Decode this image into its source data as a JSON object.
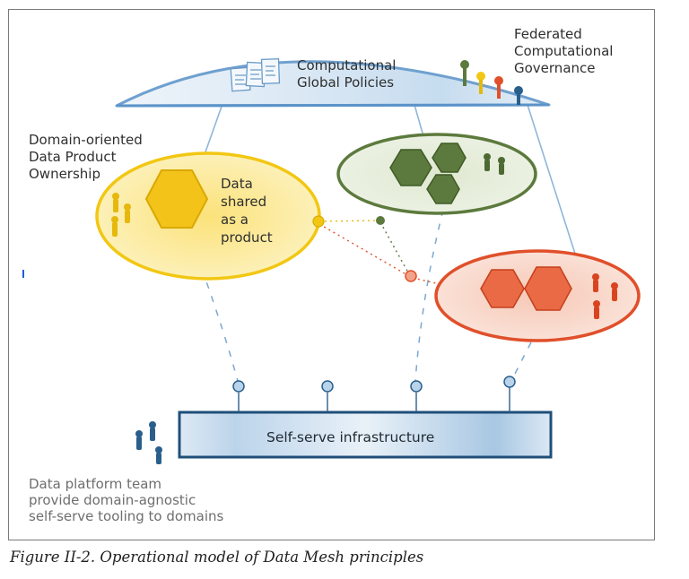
{
  "labels": {
    "policies": [
      "Computational",
      "Global Policies"
    ],
    "governance": [
      "Federated",
      "Computational",
      "Governance"
    ],
    "ownership": [
      "Domain-oriented",
      "Data Product",
      "Ownership"
    ],
    "shared": [
      "Data",
      "shared",
      "as a",
      "product"
    ],
    "infrastructure": "Self-serve infrastructure",
    "platform_team": [
      "Data platform team",
      "provide domain-agnostic",
      "self-serve tooling to domains"
    ]
  },
  "caption": "Figure II-2. Operational model of Data Mesh principles",
  "colors": {
    "blue": "#5b93c9",
    "dark_blue": "#2a5f8c",
    "yellow": "#f2c713",
    "green": "#5c7a3d",
    "red": "#e0502a"
  }
}
